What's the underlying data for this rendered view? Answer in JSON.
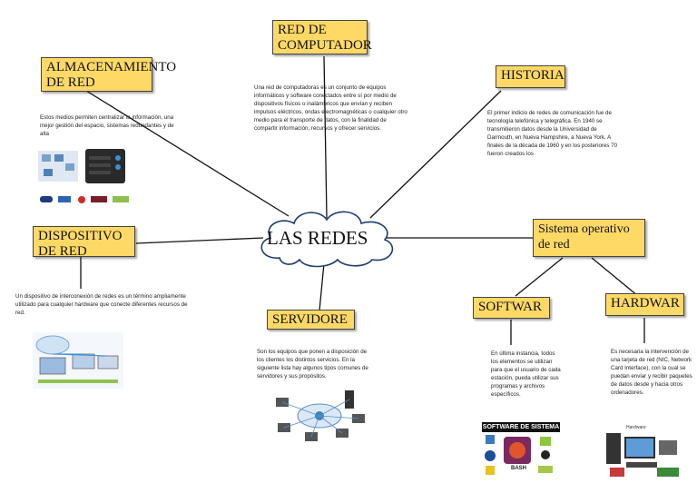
{
  "center": {
    "label": "LAS REDES"
  },
  "nodes": {
    "red_computador": {
      "title": "RED DE COMPUTADOR",
      "desc": "Una red de computadoras es un conjunto de equipos informáticos y software conectados entre sí por medio de dispositivos físicos o inalámbricos que envían y reciben impulsos eléctricos, ondas electromagnéticas o cualquier otro medio para el transporte de datos, con la finalidad de compartir información, recursos y ofrecer servicios."
    },
    "almacenamiento": {
      "title": "ALMACENAMIENTO DE RED",
      "desc": "Estos medios permiten centralizar la información, una mejor gestión del espacio, sistemas redundantes y de alta"
    },
    "historia": {
      "title": "HISTORIA",
      "desc": "El primer indicio de redes de comunicación fue de tecnología telefónica y telegráfica. En 1940 se transmitieron datos desde la Universidad de Darmouth, en Nueva Hampshire, a Nueva York. A finales de la década de 1960 y en los posteriores 70 fueron creados los"
    },
    "dispositivo": {
      "title": "DISPOSITIVO DE RED",
      "desc": "Un dispositivo de interconexión de redes es un término ampliamente utilizado para cualquier hardware que conecte diferentes recursos de red."
    },
    "sistema_operativo": {
      "title": "Sistema operativo de red"
    },
    "servidore": {
      "title": "SERVIDORE",
      "desc": "Son los equipos que ponen a disposición de los clientes los distintos servicios. En la siguiente lista hay algunos tipos comunes de servidores y sus propósitos."
    },
    "softwar": {
      "title": "SOFTWAR",
      "desc": "En última instancia, todos los elementos se utilizan para que el usuario de cada estación, pueda utilizar sus programas y archivos específicos.",
      "image_title": "SOFTWARE DE SISTEMA",
      "badge": "BASH"
    },
    "hardwar": {
      "title": "HARDWAR",
      "desc": "Es necesaria la intervención de una tarjeta de red (NIC, Network Card Interface), con la cual se puedan enviar y recibir paquetes de datos desde y hacia otros ordenadores.",
      "image_title": "Hardware"
    }
  },
  "colors": {
    "box_fill": "#ffd966",
    "box_border": "#444444",
    "line": "#111111"
  }
}
